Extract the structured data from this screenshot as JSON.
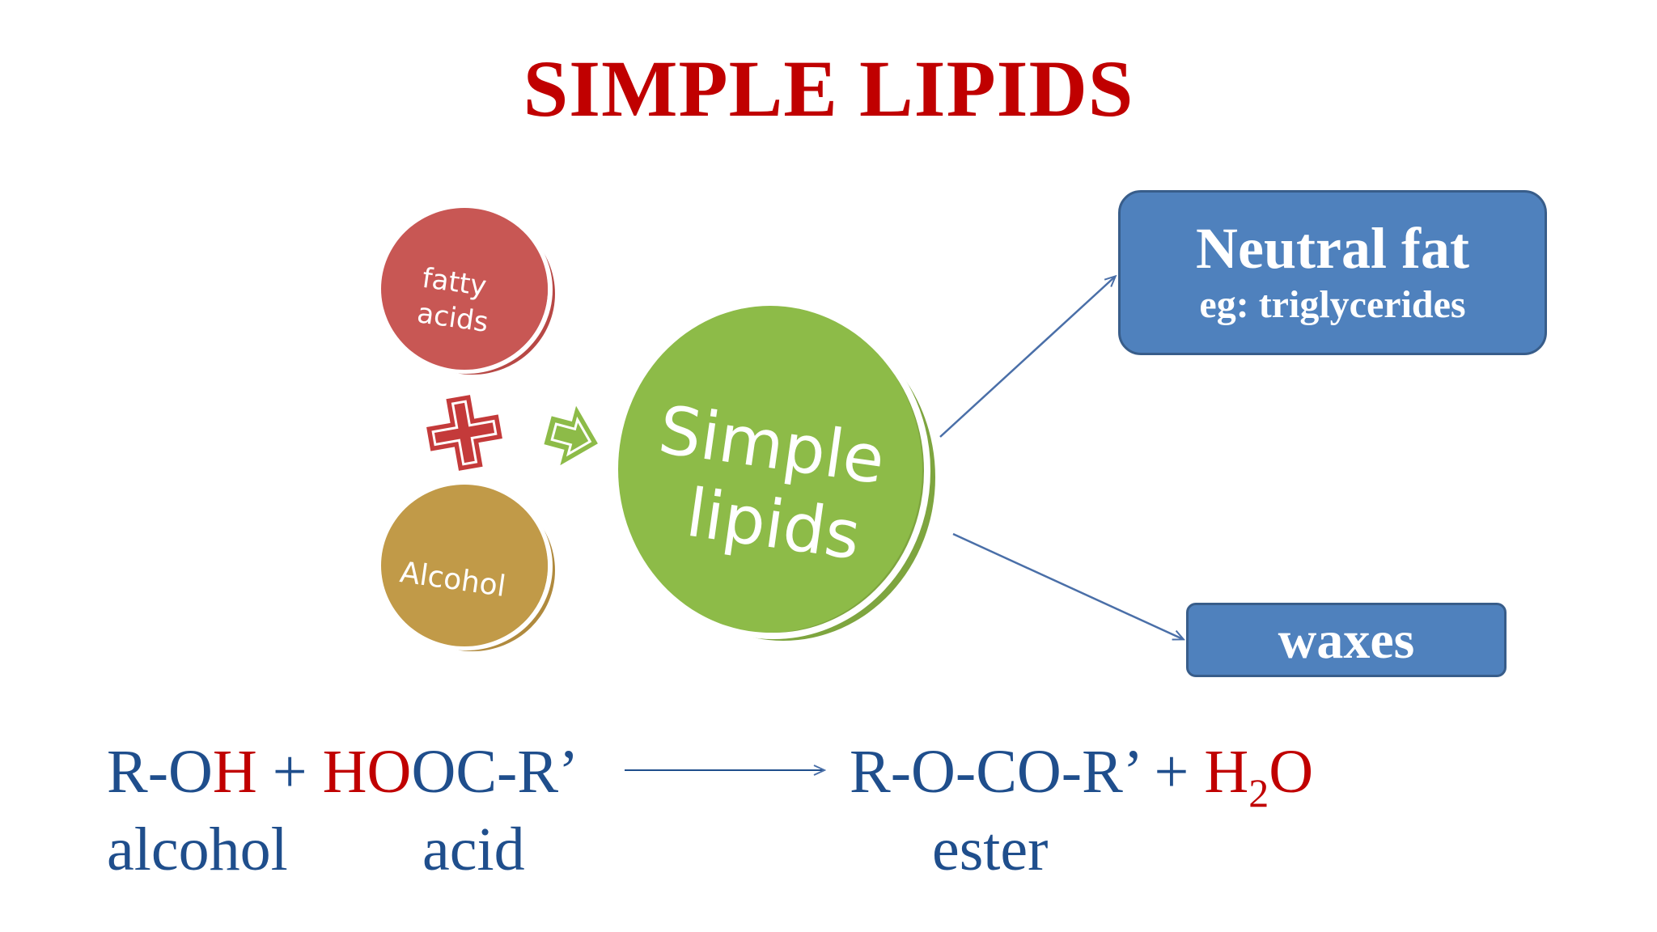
{
  "title": "SIMPLE LIPIDS",
  "diagram": {
    "fatty_acids_line1": "fatty",
    "fatty_acids_line2": "acids",
    "alcohol": "Alcohol",
    "simple_line1": "Simple",
    "simple_line2": "lipids",
    "neutral_fat": "Neutral fat",
    "neutral_fat_example": "eg: triglycerides",
    "waxes": "waxes"
  },
  "equation": {
    "r_o": "R-O",
    "h1": "H",
    "plus1": " + ",
    "h2": "H",
    "o2": "O",
    "oc_r": "OC-R’",
    "product": "R-O-CO-R’ + ",
    "h2o_h": "H",
    "h2o_sub": "2",
    "h2o_o": "O"
  },
  "labels": {
    "alcohol": "alcohol",
    "acid": "acid",
    "ester": "ester"
  },
  "colors": {
    "title": "#c00000",
    "fatty_acids": "#c0504d",
    "alcohol": "#c19a48",
    "simple_lipids": "#8dbb48",
    "box": "#4f81bd",
    "equation_blue": "#1f4e8c",
    "equation_red": "#c00000"
  }
}
